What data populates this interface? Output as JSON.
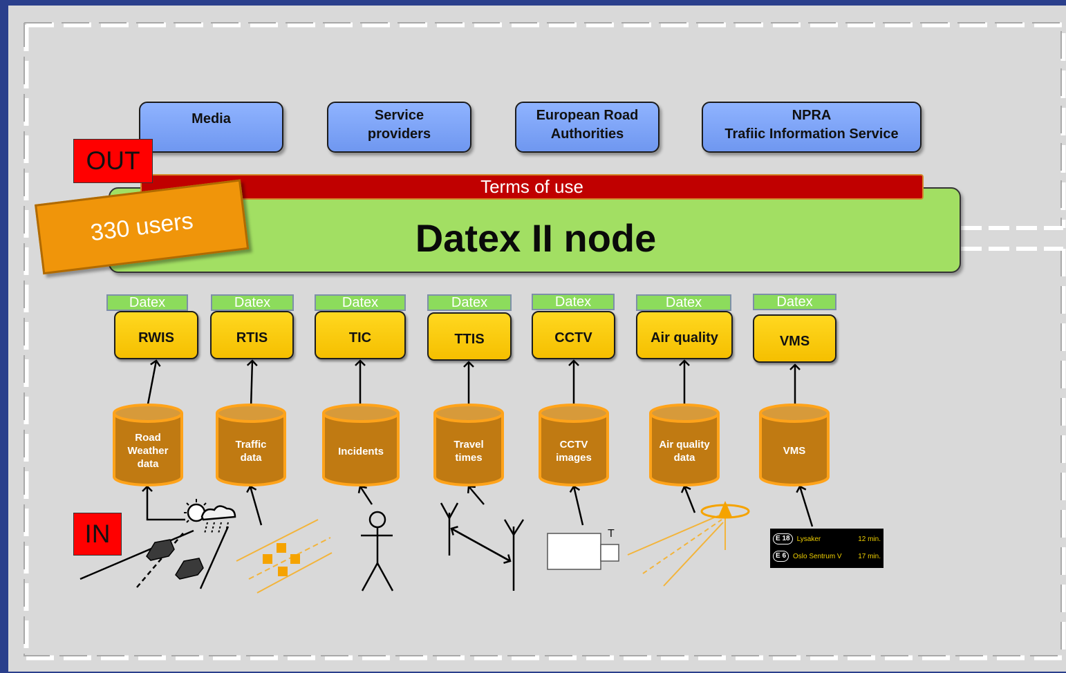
{
  "out_tag": "OUT",
  "in_tag": "IN",
  "consumers": [
    {
      "label": "Media"
    },
    {
      "label": "Service\nproviders"
    },
    {
      "label": "European Road\nAuthorities"
    },
    {
      "label": "NPRA\nTrafiic Information Service"
    }
  ],
  "terms_label": "Terms of use",
  "node_title": "Datex II node",
  "users_note": "330 users",
  "datex_tab_label": "Datex",
  "modules": [
    {
      "label": "RWIS"
    },
    {
      "label": "RTIS"
    },
    {
      "label": "TIC"
    },
    {
      "label": "TTIS"
    },
    {
      "label": "CCTV"
    },
    {
      "label": "Air quality"
    },
    {
      "label": "VMS"
    }
  ],
  "databases": [
    {
      "label": "Road\nWeather\ndata"
    },
    {
      "label": "Traffic\ndata"
    },
    {
      "label": "Incidents"
    },
    {
      "label": "Travel\ntimes"
    },
    {
      "label": "CCTV\nimages"
    },
    {
      "label": "Air quality\ndata"
    },
    {
      "label": "VMS"
    }
  ],
  "sources": [
    "weather-cars-icon",
    "traffic-detector-icon",
    "person-icon",
    "antenna-icon",
    "camera-icon",
    "air-sensor-icon",
    "vms-sign"
  ],
  "camera_mark": "T",
  "vms_sign": {
    "rows": [
      {
        "badge": "E 18",
        "place": "Lysaker",
        "time": "12 min."
      },
      {
        "badge": "E 6",
        "place": "Oslo Sentrum V",
        "time": "17 min."
      }
    ]
  },
  "colors": {
    "frame": "#2a3f8c",
    "background": "#d9d9d9",
    "consumer_box": "#7ba2f7",
    "terms_bar": "#c00000",
    "node": "#a2df63",
    "users_note": "#f0950a",
    "module": "#ffd000",
    "database": "#c07a12",
    "database_rim": "#ffa31a",
    "tag": "#ff0000"
  }
}
